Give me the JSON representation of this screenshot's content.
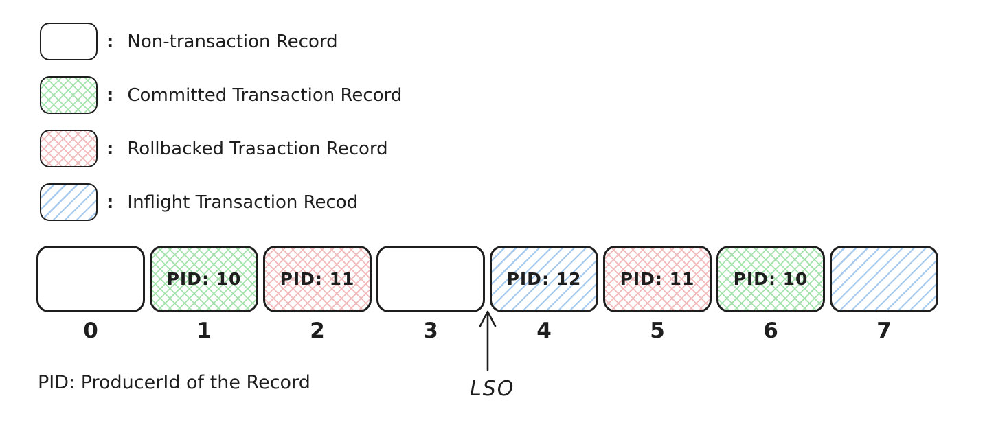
{
  "legend": {
    "separator": ":",
    "items": [
      {
        "type": "non-transaction",
        "label": "Non-transaction Record"
      },
      {
        "type": "committed",
        "label": "Committed Transaction Record"
      },
      {
        "type": "rollbacked",
        "label": "Rollbacked Trasaction Record"
      },
      {
        "type": "inflight",
        "label": "Inflight Transaction Recod"
      }
    ]
  },
  "records": [
    {
      "offset": "0",
      "type": "non-transaction",
      "pid": ""
    },
    {
      "offset": "1",
      "type": "committed",
      "pid": "PID: 10"
    },
    {
      "offset": "2",
      "type": "rollbacked",
      "pid": "PID: 11"
    },
    {
      "offset": "3",
      "type": "non-transaction",
      "pid": ""
    },
    {
      "offset": "4",
      "type": "inflight",
      "pid": "PID: 12"
    },
    {
      "offset": "5",
      "type": "rollbacked",
      "pid": "PID: 11"
    },
    {
      "offset": "6",
      "type": "committed",
      "pid": "PID: 10"
    },
    {
      "offset": "7",
      "type": "inflight",
      "pid": ""
    }
  ],
  "lso": {
    "label": "LSO"
  },
  "footnote": "PID: ProducerId of the Record",
  "colors": {
    "stroke": "#1e1e1e",
    "committed_fill": "#a5e3ad",
    "rollbacked_fill": "#f2baba",
    "inflight_fill": "#a6cbee"
  }
}
